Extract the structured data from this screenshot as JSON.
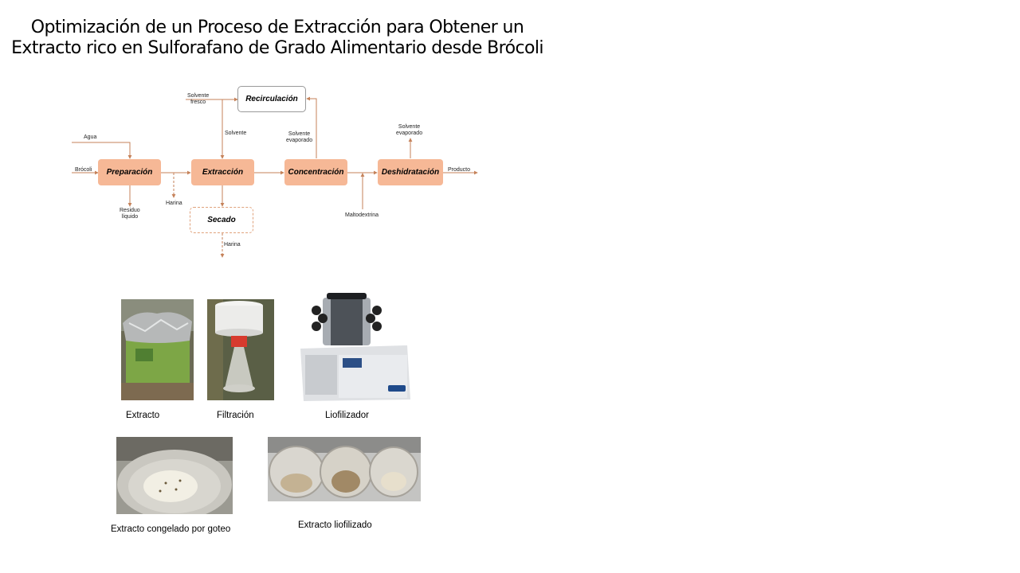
{
  "title": {
    "line1": "Optimización de un Proceso de Extracción para Obtener un",
    "line2": "Extracto rico en Sulforafano de Grado Alimentario desde Brócoli"
  },
  "diagram": {
    "nodes": {
      "preparacion": "Preparación",
      "extraccion": "Extracción",
      "concentracion": "Concentración",
      "deshidratacion": "Deshidratación",
      "recirculacion": "Recirculación",
      "secado": "Secado"
    },
    "labels": {
      "agua": "Agua",
      "brocoli": "Brócoli",
      "residuo_line1": "Residuo",
      "residuo_line2": "líquido",
      "harina_1": "Harina",
      "harina_2": "Harina",
      "solvente_fresco_line1": "Solvente",
      "solvente_fresco_line2": "fresco",
      "solvente": "Solvente",
      "solvente_evaporado_line1": "Solvente",
      "solvente_evaporado_line2": "evaporado",
      "solvente_evaporado2_line1": "Solvente",
      "solvente_evaporado2_line2": "evaporado",
      "maltodextrina": "Maltodextrina",
      "producto": "Producto"
    },
    "colors": {
      "arrow": "#c5825a",
      "node_fill": "#f6b896",
      "dashed_border": "#e0a27c"
    }
  },
  "photos": {
    "extracto": "Extracto",
    "filtracion": "Filtración",
    "liofilizador": "Liofilizador",
    "extracto_congelado": "Extracto congelado por goteo",
    "extracto_liofilizado": "Extracto liofilizado"
  }
}
